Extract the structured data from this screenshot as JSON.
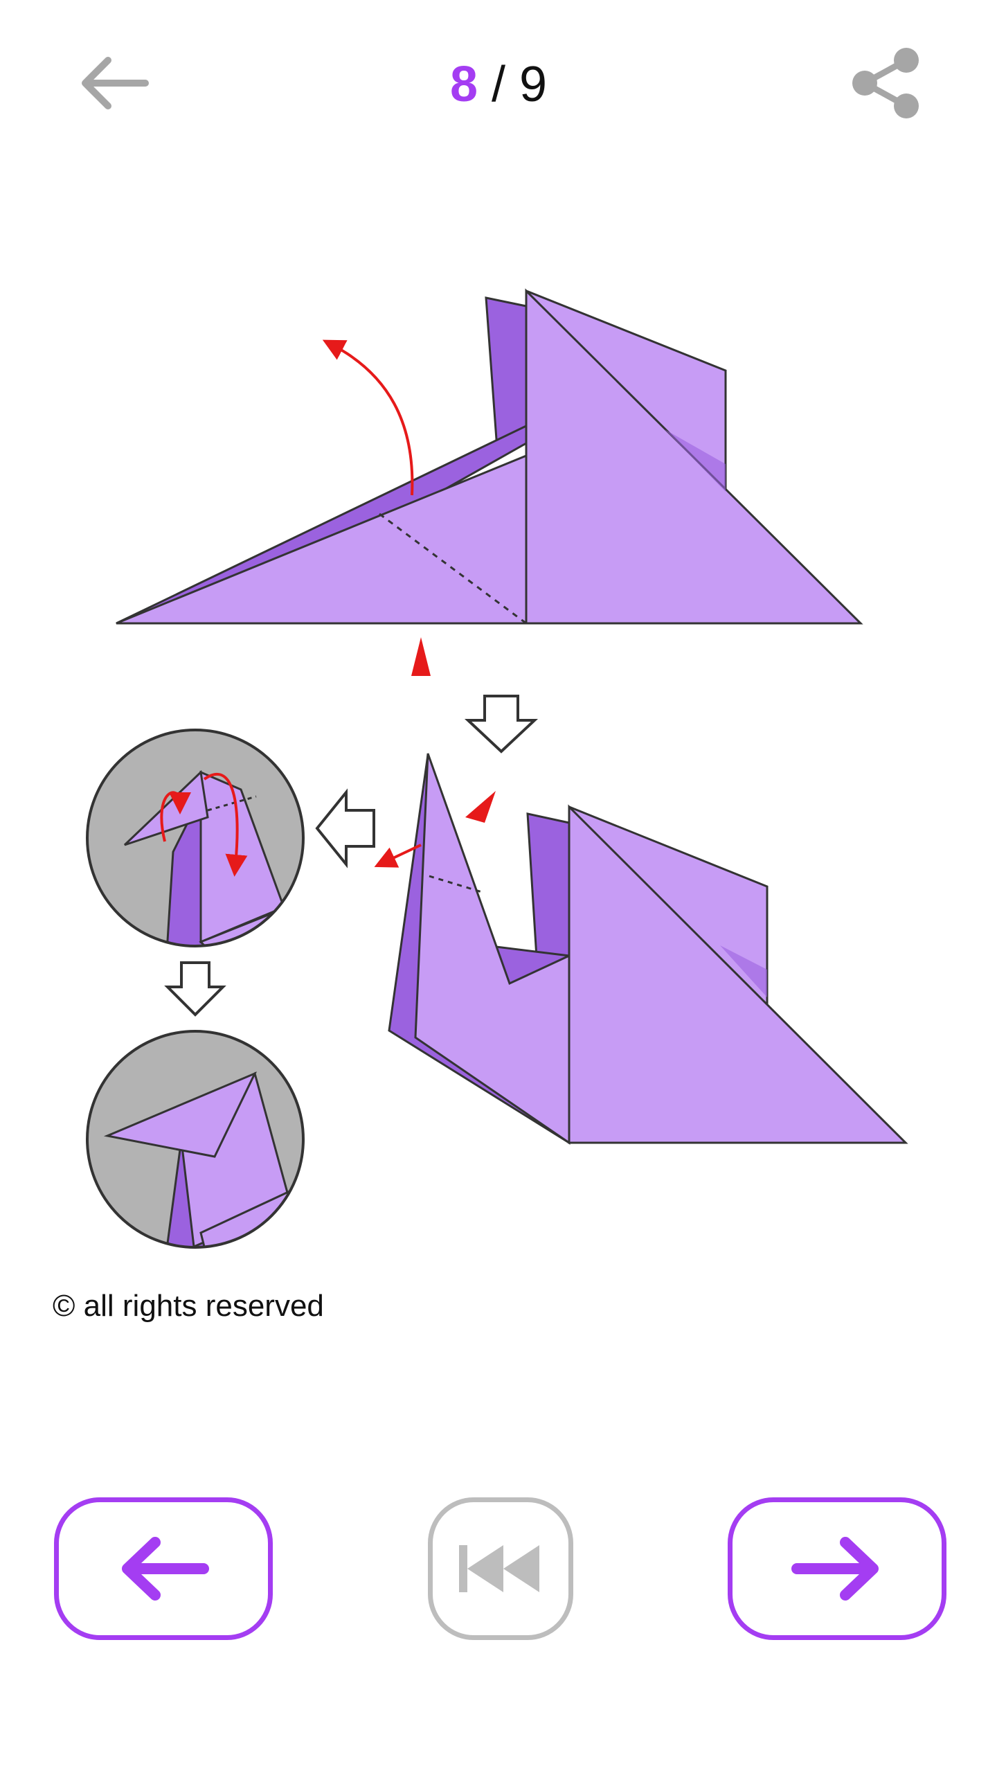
{
  "header": {
    "current_page": "8",
    "separator": " / ",
    "total_pages": "9",
    "back_icon": "arrow-left-icon",
    "share_icon": "share-icon"
  },
  "diagram": {
    "step": "8",
    "paper_color": "#c79cf5",
    "paper_shadow_color": "#9b62df",
    "arrow_color": "#e61a1a",
    "circle_background": "#b3b3b3"
  },
  "footer": {
    "copyright": "© all rights reserved"
  },
  "navigation": {
    "prev_icon": "arrow-left-icon",
    "first_icon": "skip-to-start-icon",
    "next_icon": "arrow-right-icon",
    "accent_color": "#a43df2",
    "disabled_color": "#bdbdbd"
  }
}
